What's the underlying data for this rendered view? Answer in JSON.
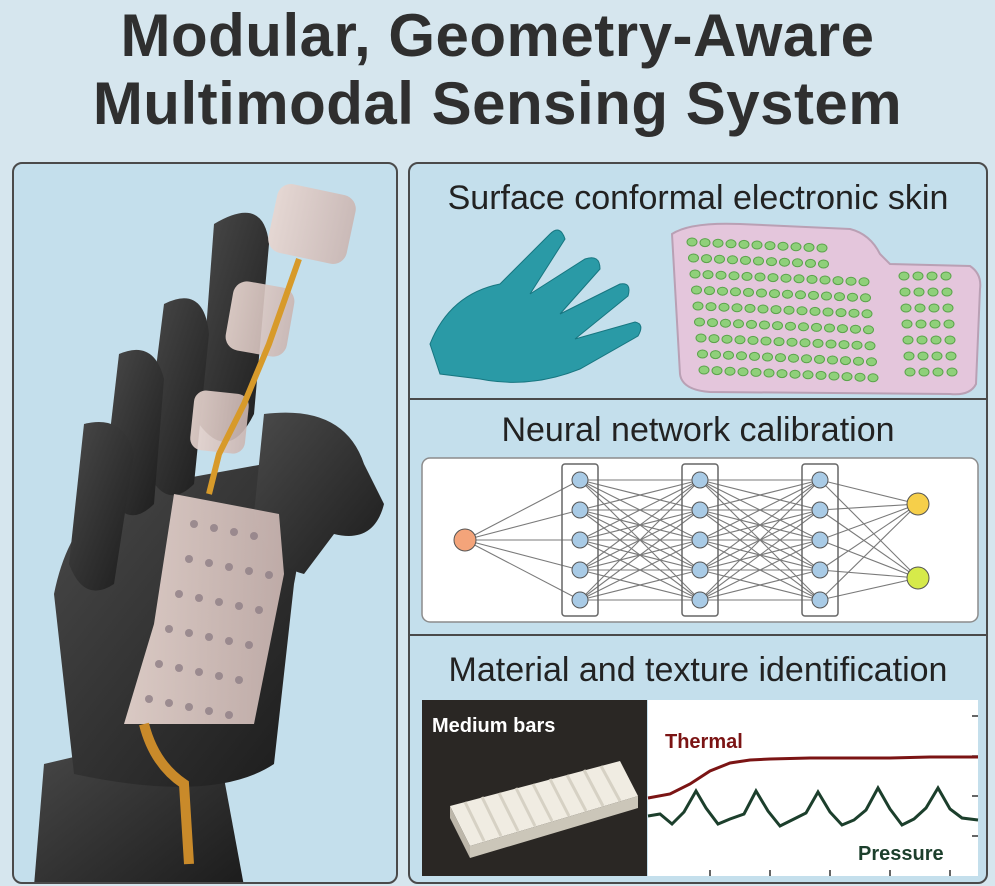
{
  "title": {
    "line1": "Modular, Geometry-Aware",
    "line2": "Multimodal Sensing System"
  },
  "panels": {
    "skin": {
      "title": "Surface conformal electronic skin"
    },
    "network": {
      "title": "Neural network calibration"
    },
    "texture": {
      "title": "Material and texture identification",
      "photo_label": "Medium bars",
      "thermal_label": "Thermal",
      "pressure_label": "Pressure"
    }
  },
  "colors": {
    "background": "#d6e6ee",
    "panel": "#c4dfec",
    "thermal": "#7b1414",
    "pressure": "#1c3f2c",
    "input_node": "#f4a47a",
    "hidden_node": "#a9cbe6",
    "output_node_1": "#f6cf4a",
    "output_node_2": "#d6ea4a"
  }
}
